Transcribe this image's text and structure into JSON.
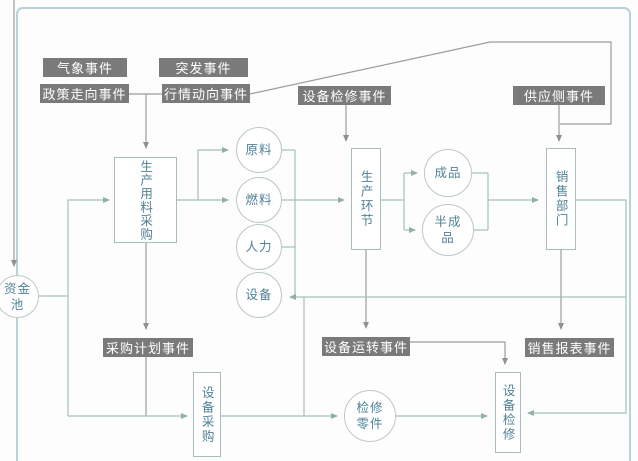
{
  "diagram": {
    "events": {
      "weather": "气象事件",
      "policy": "政策走向事件",
      "emergency": "突发事件",
      "market": "行情动向事件",
      "equipment_overhaul": "设备检修事件",
      "supply_side": "供应侧事件",
      "procurement_plan": "采购计划事件",
      "equipment_operation": "设备运转事件",
      "sales_report": "销售报表事件"
    },
    "processes": {
      "material_procurement": "生产用料采购",
      "production": "生产环节",
      "sales_dept": "销售部门",
      "equipment_procurement": "设备采购",
      "equipment_maintenance": "设备检修"
    },
    "resources": {
      "capital_pool": "资金池",
      "raw_material": "原料",
      "fuel": "燃料",
      "manpower": "人力",
      "equipment": "设备",
      "finished": "成品",
      "semi_finished": "半成品",
      "repair_parts": "检修零件"
    },
    "colors": {
      "event_box_bg": "#7a7a7a",
      "event_box_text": "#ffffff",
      "process_text": "#4f8296",
      "gray_line": "#9c9c9c",
      "teal_line": "#a5bfba",
      "page_border": "#b8d2da"
    }
  }
}
